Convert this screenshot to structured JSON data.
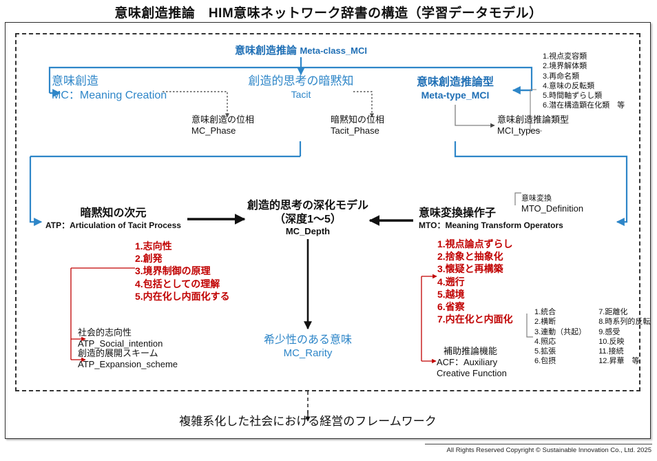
{
  "title": "意味創造推論　HIM意味ネットワーク辞書の構造（学習データモデル）",
  "colors": {
    "heading_blue": "#1F6FB5",
    "light_blue": "#2E86C8",
    "red": "#C00000",
    "frame": "#2b2b2b",
    "arrow_black": "#111111",
    "connector_gray": "#808080"
  },
  "top": {
    "meta_class_ja": "意味創造推論",
    "meta_class_en": "Meta-class_MCI",
    "mc_ja": "意味創造",
    "mc_en": "MC：Meaning Creation",
    "tacit_ja": "創造的思考の暗黙知",
    "tacit_en": "Tacit",
    "meta_type_ja": "意味創造推論型",
    "meta_type_en": "Meta-type_MCI",
    "mc_phase_ja": "意味創造の位相",
    "mc_phase_en": "MC_Phase",
    "tacit_phase_ja": "暗黙知の位相",
    "tacit_phase_en": "Tacit_Phase",
    "mci_types_ja": "意味創造推論類型",
    "mci_types_en": "MCI_types",
    "mci_type_list": [
      "1.視点変容類",
      "2.境界解体類",
      "3.再命名類",
      "4.意味の反転類",
      "5.時間軸ずらし類",
      "6.潜在構造顕在化類　等"
    ]
  },
  "middle": {
    "atp_ja": "暗黙知の次元",
    "atp_en": "ATP：Articulation of Tacit Process",
    "core_ja_1": "創造的思考の深化モデル",
    "core_ja_2": "（深度1〜5）",
    "core_en": "MC_Depth",
    "mto_ja": "意味変換操作子",
    "mto_en": "MTO：Meaning Transform Operators",
    "mto_def_ja": "意味変換",
    "mto_def_en": "MTO_Definition",
    "atp_principles": [
      "1.志向性",
      "2.創発",
      "3.境界制御の原理",
      "4.包括としての理解",
      "5.内在化し内面化する"
    ],
    "mto_operators": [
      "1.視点論点ずらし",
      "2.捨象と抽象化",
      "3.懐疑と再構築",
      "4.遡行",
      "5.越境",
      "6.省察",
      "7.内在化と内面化"
    ]
  },
  "lower": {
    "atp_social_ja": "社会的志向性",
    "atp_social_en": "ATP_Social_intention",
    "atp_expansion_ja": "創造的展開スキーム",
    "atp_expansion_en": "ATP_Expansion_scheme",
    "rarity_ja": "希少性のある意味",
    "rarity_en": "MC_Rarity",
    "acf_ja": "補助推論機能",
    "acf_en_1": "ACF：Auxiliary",
    "acf_en_2": "Creative Function",
    "acf_list_left": [
      "1.統合",
      "2.横断",
      "3.連動（共起）",
      "4.照応",
      "5.拡張",
      "6.包摂"
    ],
    "acf_list_right": [
      "7.距離化",
      "8.時系列的反転",
      "9.感受",
      "10.反映",
      "11.接続",
      "12.昇華　等"
    ]
  },
  "bottom": {
    "framework": "複雑系化した社会における経営のフレームワーク"
  },
  "footer": {
    "copyright": "All Rights Reserved Copyright © Sustainable Innovation Co., Ltd. 2025"
  }
}
